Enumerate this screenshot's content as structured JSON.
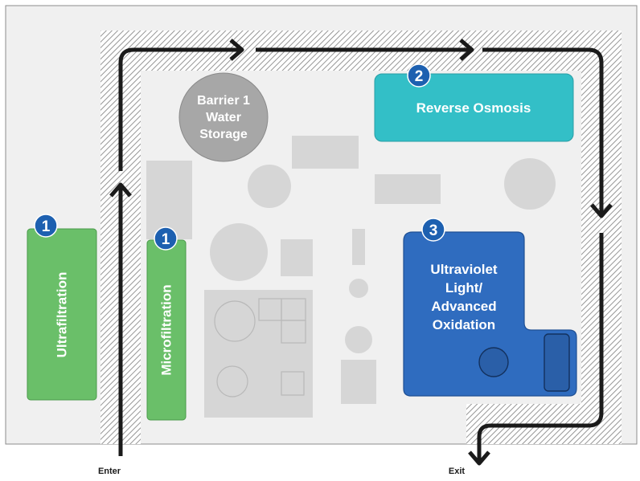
{
  "stages": {
    "ultrafiltration": {
      "label": "Ultrafiltration",
      "step": "1",
      "color": "#6abf69"
    },
    "microfiltration": {
      "label": "Microfiltration",
      "step": "1",
      "color": "#6abf69"
    },
    "reverse_osmosis": {
      "label": "Reverse Osmosis",
      "step": "2",
      "color": "#33bfc7"
    },
    "uv_aop": {
      "label_lines": [
        "Ultraviolet",
        "Light/",
        "Advanced",
        "Oxidation"
      ],
      "step": "3",
      "color": "#2f6cbf"
    }
  },
  "storage": {
    "label_lines": [
      "Barrier 1",
      "Water",
      "Storage"
    ],
    "color": "#a7a7a7"
  },
  "flow": {
    "enter_label": "Enter",
    "exit_label": "Exit"
  },
  "colors": {
    "badge": "#1d60b0",
    "floor": "#f0f0f0",
    "equipment": "#d6d6d6",
    "path": "#1a1a1a"
  }
}
